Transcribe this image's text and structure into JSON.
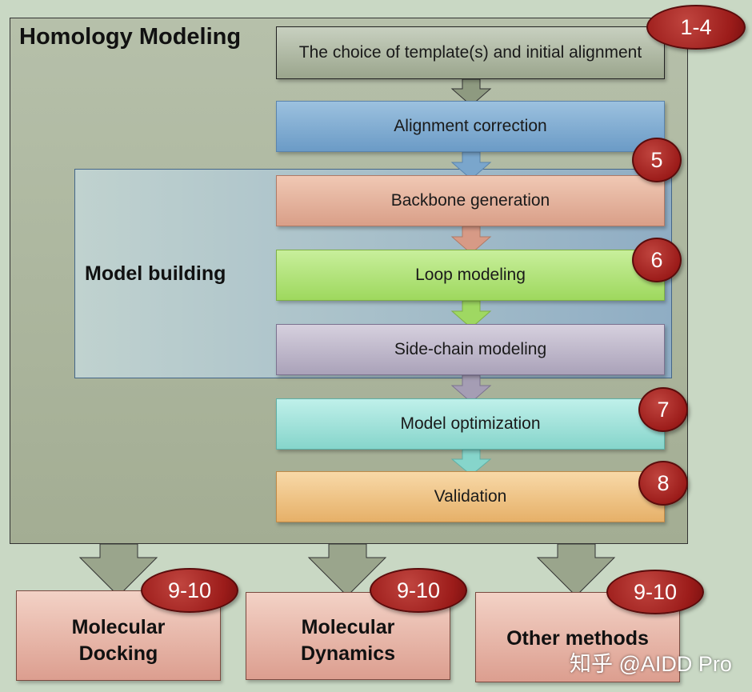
{
  "title": "Homology Modeling",
  "group_label": "Model building",
  "steps": [
    {
      "label": "The choice of template(s) and initial alignment",
      "color": "#b1bba3"
    },
    {
      "label": "Alignment correction",
      "color": "#85add3"
    },
    {
      "label": "Backbone generation",
      "color": "#e6b39e"
    },
    {
      "label": "Loop modeling",
      "color": "#b3e37d"
    },
    {
      "label": "Side-chain modeling",
      "color": "#c0b8cb"
    },
    {
      "label": "Model optimization",
      "color": "#a2e2da"
    },
    {
      "label": "Validation",
      "color": "#efc488"
    }
  ],
  "badges": [
    "1-4",
    "5",
    "6",
    "7",
    "8",
    "9-10",
    "9-10",
    "9-10"
  ],
  "outputs": [
    {
      "label": "Molecular\nDocking"
    },
    {
      "label": "Molecular\nDynamics"
    },
    {
      "label": "Other methods"
    }
  ],
  "watermark": "知乎 @AIDD Pro"
}
